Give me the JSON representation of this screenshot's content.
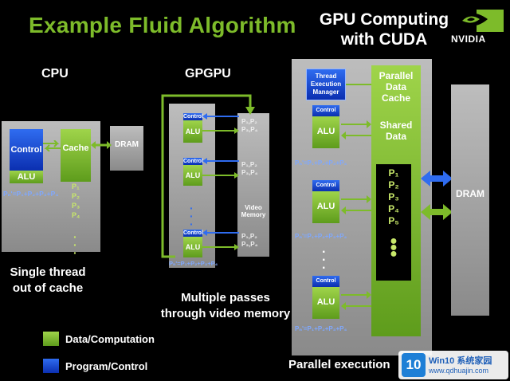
{
  "title": "Example Fluid Algorithm",
  "gpu_title_line1": "GPU Computing",
  "gpu_title_line2": "with CUDA",
  "brand": "NVIDIA",
  "cpu": {
    "heading": "CPU",
    "control": "Control",
    "alu": "ALU",
    "cache": "Cache",
    "dram": "DRAM",
    "formula": "Pₙ'=P₁+P₂+P₃+P₄",
    "p_list": [
      "P₁",
      "P₂",
      "P₃",
      "P₄"
    ],
    "caption_line1": "Single thread",
    "caption_line2": "out of cache"
  },
  "gpgpu": {
    "heading": "GPGPU",
    "control": "Control",
    "alu": "ALU",
    "video_memory_line1": "Video",
    "video_memory_line2": "Memory",
    "p_pairs": [
      "P₁,P₂ P₃,P₄",
      "P₁,P₂ P₃,P₄",
      "P₁,P₂ P₃,P₄"
    ],
    "formula": "Pₙ'=P₁+P₂+P₃+P₄",
    "caption_line1": "Multiple passes",
    "caption_line2": "through video memory"
  },
  "cuda": {
    "thread_manager_line1": "Thread",
    "thread_manager_line2": "Execution",
    "thread_manager_line3": "Manager",
    "control": "Control",
    "alu": "ALU",
    "pdc_line1": "Parallel",
    "pdc_line2": "Data",
    "pdc_line3": "Cache",
    "shared_line1": "Shared",
    "shared_line2": "Data",
    "p_list": [
      "P₁",
      "P₂",
      "P₃",
      "P₄",
      "P₅"
    ],
    "formula": "Pₙ'=P₁+P₂+P₃+P₄",
    "dram": "DRAM",
    "caption": "Parallel execution"
  },
  "legend": {
    "data": "Data/Computation",
    "program": "Program/Control"
  },
  "watermark": {
    "badge": "10",
    "line1": "Win10 系统家园",
    "line2": "www.qdhuajin.com"
  },
  "colors": {
    "green": "#7dbb2a",
    "blue": "#1e4fe0",
    "gray": "#a8a8a8"
  }
}
